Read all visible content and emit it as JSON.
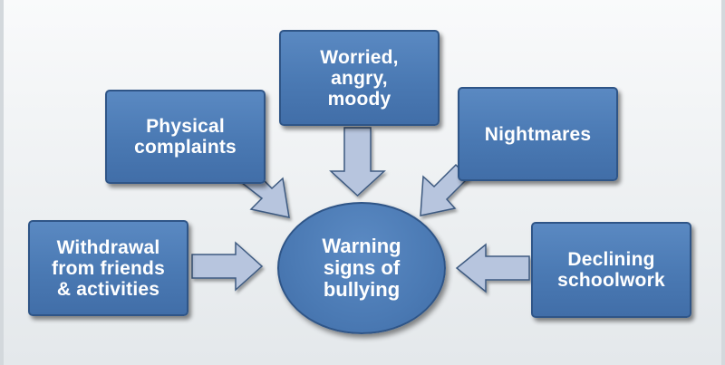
{
  "diagram": {
    "center": {
      "label": "Warning\nsigns of\nbullying"
    },
    "signs": [
      {
        "id": "worried",
        "label": "Worried,\nangry,\nmoody"
      },
      {
        "id": "physical",
        "label": "Physical\ncomplaints"
      },
      {
        "id": "nightmares",
        "label": "Nightmares"
      },
      {
        "id": "withdrawal",
        "label": "Withdrawal\nfrom friends\n& activities"
      },
      {
        "id": "declining",
        "label": "Declining\nschoolwork"
      }
    ],
    "colors": {
      "box_fill": "#4a79b3",
      "box_border": "#2f5587",
      "arrow_fill": "#b7c5de",
      "arrow_stroke": "#3e5a80",
      "text": "#ffffff",
      "background": "#eceff1"
    }
  }
}
